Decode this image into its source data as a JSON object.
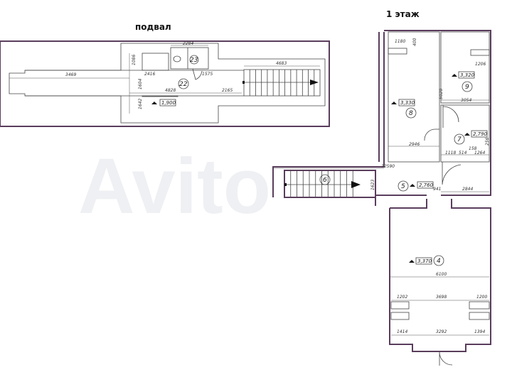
{
  "titles": {
    "basement": "подвал",
    "floor1": "1 этаж"
  },
  "watermark": "Avito",
  "accent_color": "#5a3d5c",
  "basement": {
    "rooms": [
      {
        "number": "22",
        "level": "1,900"
      },
      {
        "number": "23"
      }
    ],
    "dims": [
      "2284",
      "1086",
      "3469",
      "2416",
      "1575",
      "4683",
      "1604",
      "4828",
      "2165",
      "1642"
    ]
  },
  "floor1": {
    "rooms": [
      {
        "number": "8",
        "level": "3,330"
      },
      {
        "number": "9",
        "level": "3,320"
      },
      {
        "number": "7",
        "level": "2,790"
      },
      {
        "number": "6"
      },
      {
        "number": "5",
        "level": "2,760"
      },
      {
        "number": "4",
        "level": "3,370"
      }
    ],
    "dims": [
      "1180",
      "400",
      "1206",
      "3054",
      "5020",
      "2946",
      "1118",
      "514",
      "158",
      "1264",
      "256",
      "12590",
      "1623",
      "941",
      "2844",
      "6100",
      "1202",
      "3698",
      "1200",
      "1414",
      "3292",
      "1394"
    ]
  }
}
